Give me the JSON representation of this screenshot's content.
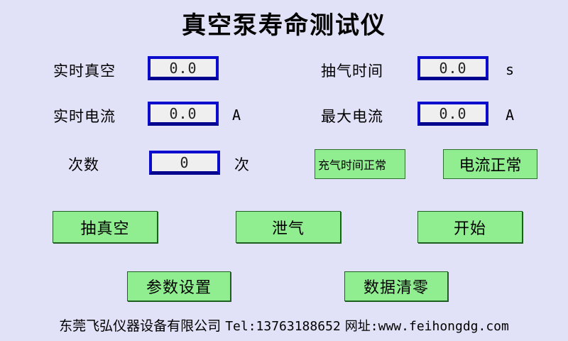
{
  "app": {
    "title": "真空泵寿命测试仪",
    "background_color": "#e1e1f7",
    "accent_border_color": "#0c0ccc",
    "status_green": "#90ee90"
  },
  "fields": [
    {
      "label": "实时真空",
      "value": "0.0",
      "unit": ""
    },
    {
      "label": "抽气时间",
      "value": "0.0",
      "unit": "s"
    },
    {
      "label": "实时电流",
      "value": "0.0",
      "unit": "A"
    },
    {
      "label": "最大电流",
      "value": "0.0",
      "unit": "A"
    },
    {
      "label": "次数",
      "value": "0",
      "unit": "次"
    }
  ],
  "status_indicators": [
    {
      "label": "充气时间正常"
    },
    {
      "label": "电流正常"
    }
  ],
  "buttons": {
    "vacuum": "抽真空",
    "vent": "泄气",
    "start": "开始",
    "settings": "参数设置",
    "clear": "数据清零"
  },
  "footer": {
    "company": "东莞飞弘仪器设备有限公司",
    "tel": "Tel:13763188652",
    "website": "网址:www.feihongdg.com"
  }
}
